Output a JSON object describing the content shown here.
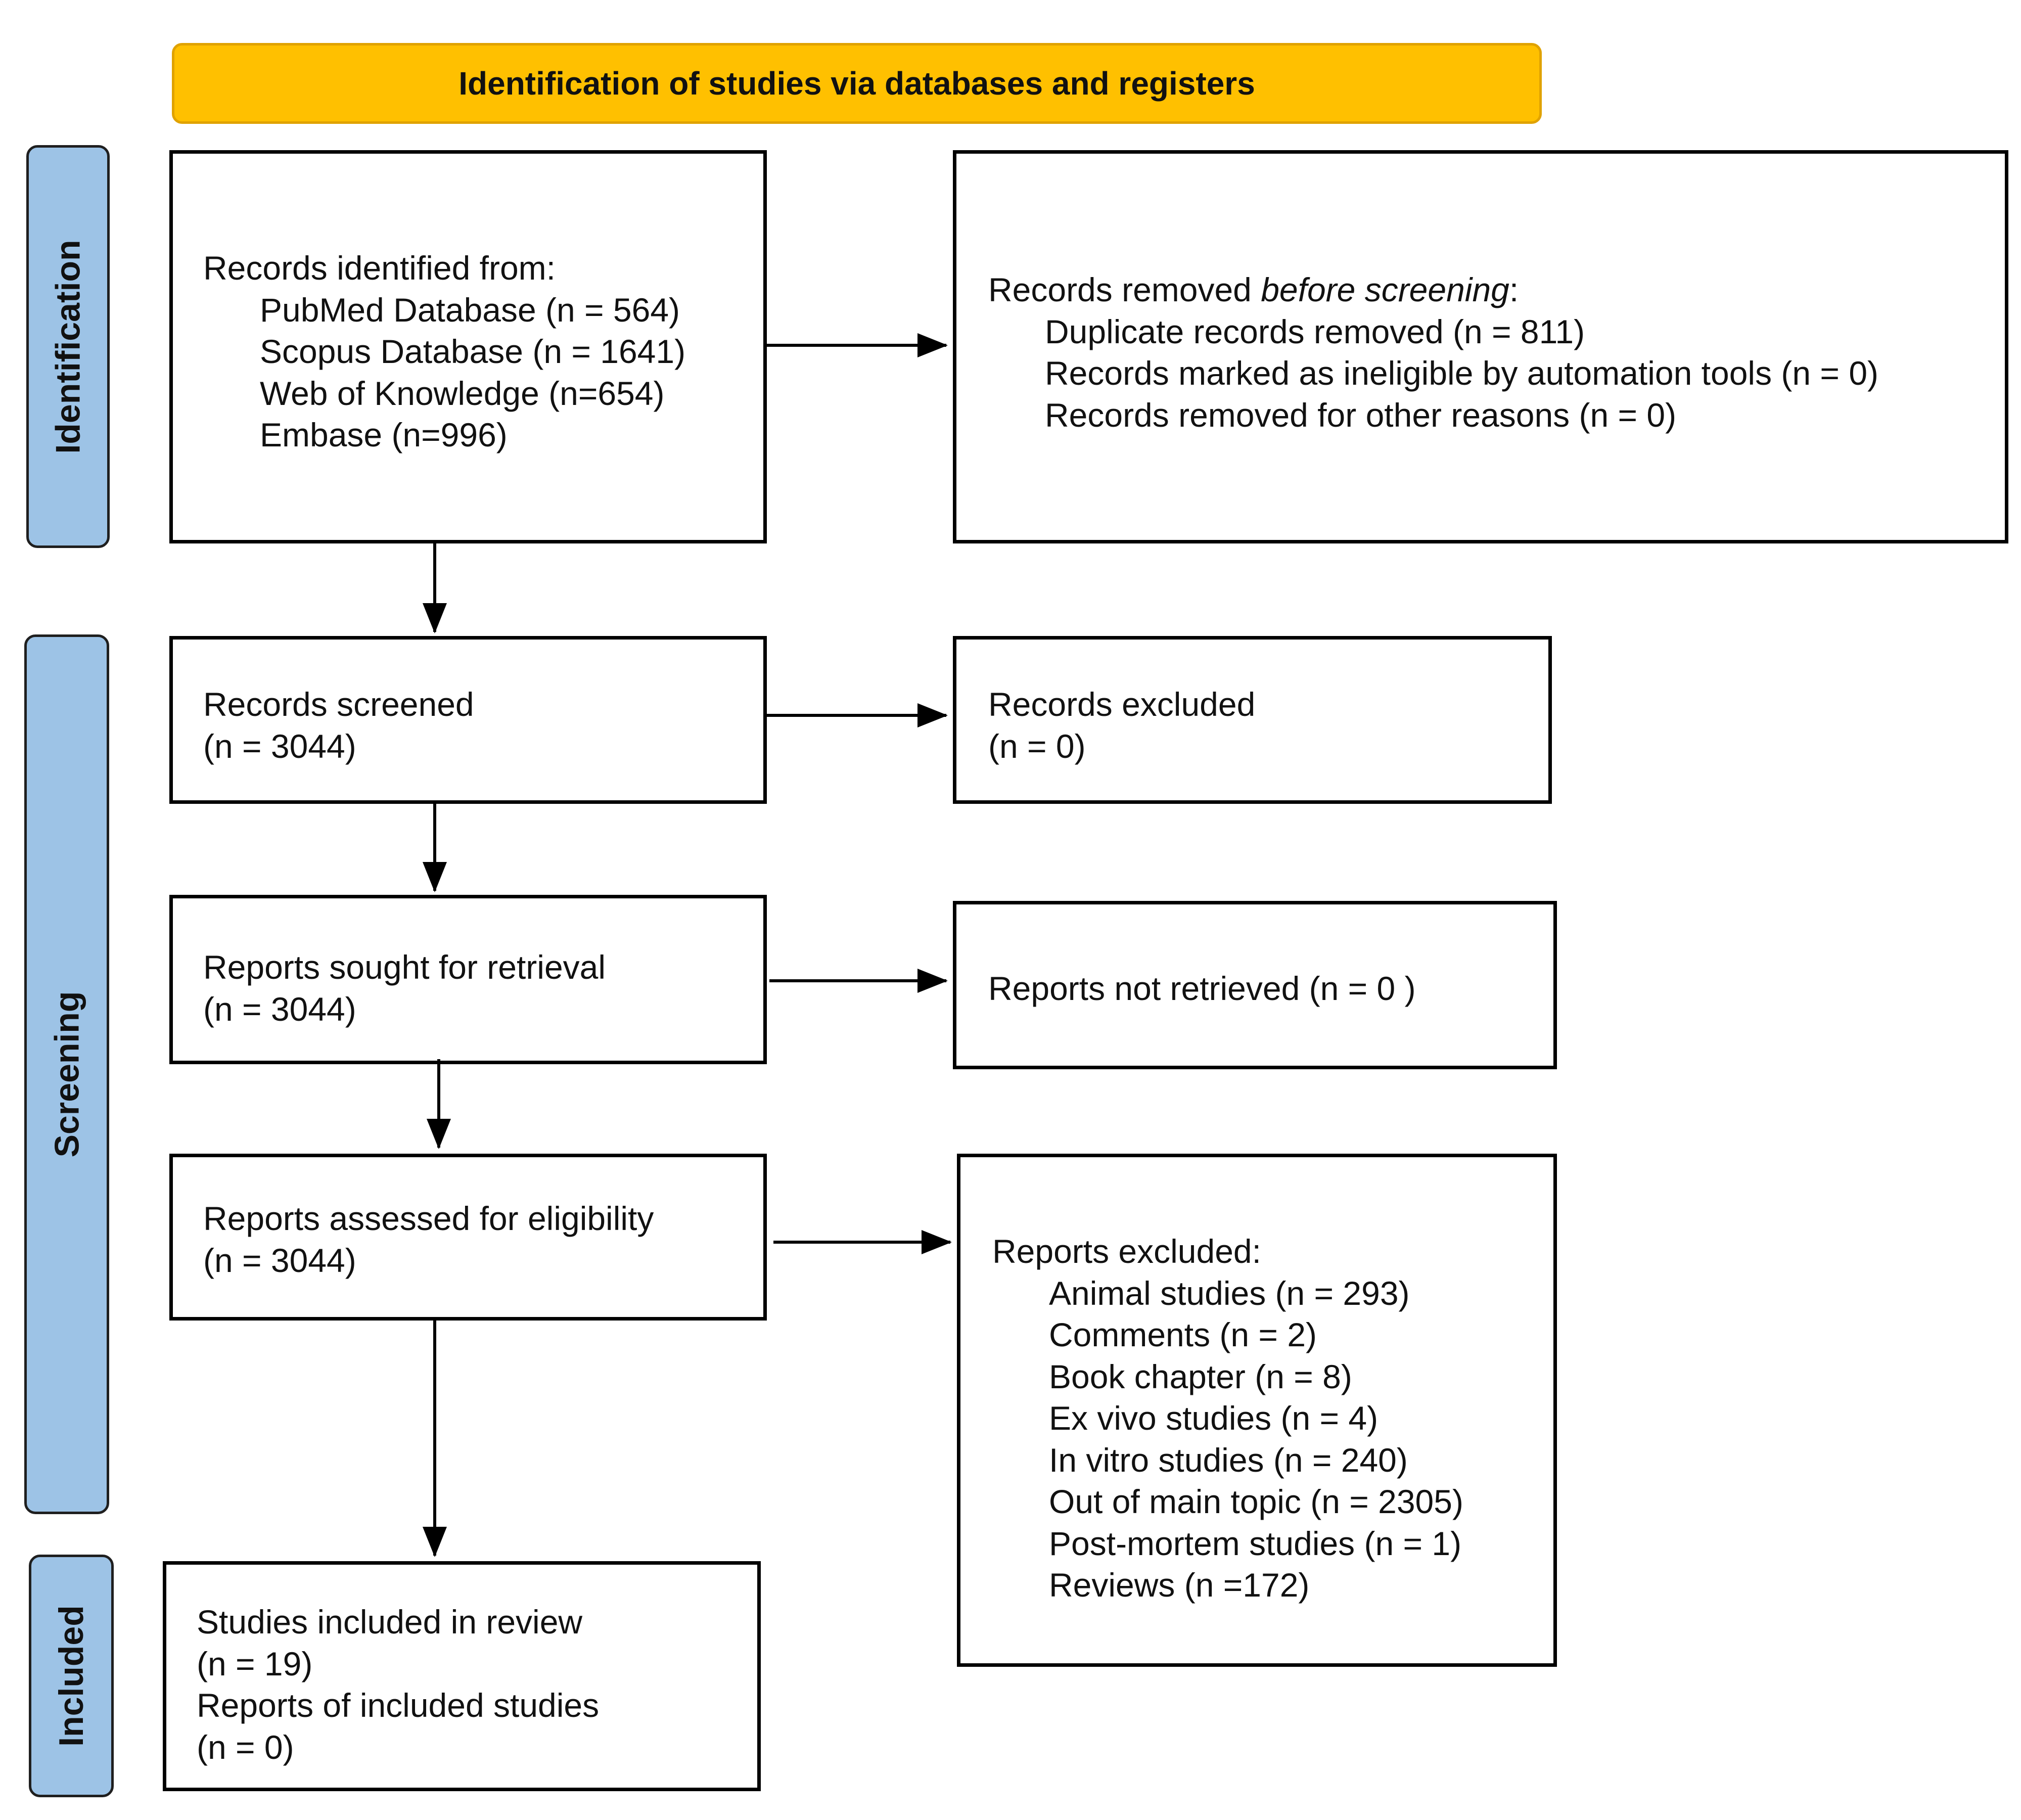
{
  "header": {
    "title": "Identification of studies via databases and registers"
  },
  "sides": {
    "identification": "Identification",
    "screening": "Screening",
    "included": "Included"
  },
  "records_identified": {
    "heading": "Records identified from:",
    "sources": [
      "PubMed Database (n = 564)",
      "Scopus Database (n = 1641)",
      "Web of Knowledge (n=654)",
      "Embase (n=996)"
    ]
  },
  "records_removed": {
    "heading_prefix": "Records removed ",
    "heading_italic": "before screening",
    "heading_suffix": ":",
    "items": [
      "Duplicate records removed (n = 811)",
      "Records marked as ineligible by automation tools (n = 0)",
      "Records removed for other reasons (n = 0)"
    ]
  },
  "records_screened": {
    "label": "Records screened",
    "count": "(n = 3044)"
  },
  "records_excluded": {
    "label": "Records excluded",
    "count": "(n = 0)"
  },
  "reports_sought": {
    "label": "Reports sought for retrieval",
    "count": "(n = 3044)"
  },
  "reports_not_retrieved": {
    "label": "Reports not retrieved (n = 0 )"
  },
  "reports_assessed": {
    "label": "Reports assessed for eligibility",
    "count": "(n = 3044)"
  },
  "reports_excluded": {
    "heading": "Reports excluded:",
    "items": [
      "Animal studies (n = 293)",
      "Comments (n = 2)",
      "Book chapter (n = 8)",
      "Ex vivo studies (n = 4)",
      "In vitro studies (n = 240)",
      "Out of main topic (n = 2305)",
      "Post-mortem studies (n = 1)",
      "Reviews (n =172)"
    ]
  },
  "included": {
    "studies_label": "Studies included in review",
    "studies_count": "(n = 19)",
    "reports_label": "Reports of included studies",
    "reports_count": "(n = 0)"
  },
  "colors": {
    "header_fill": "#FFC000",
    "side_fill": "#9DC3E6",
    "stroke": "#000000"
  }
}
